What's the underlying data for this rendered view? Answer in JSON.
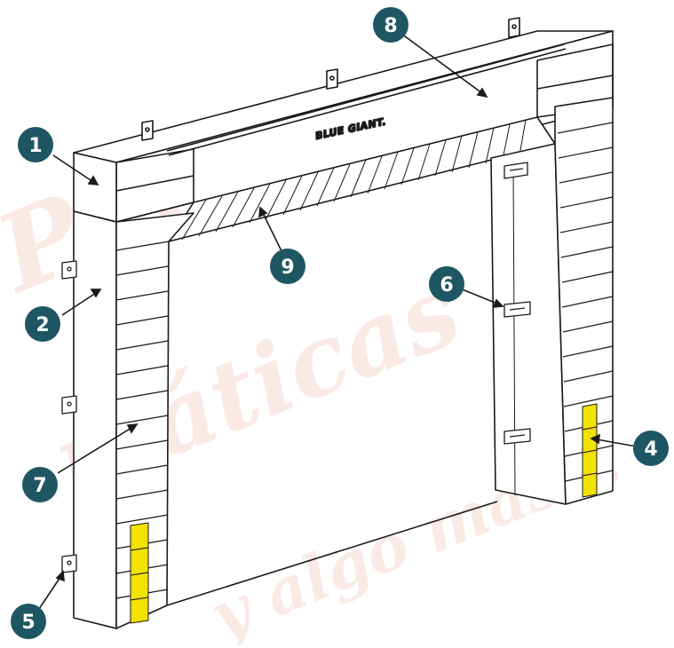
{
  "diagram": {
    "brand_label": "BLUE GIANT.",
    "watermark_lines": [
      "Puertas",
      "máticas",
      "y algo más..."
    ],
    "colors": {
      "callout_fill": "#1f5663",
      "callout_text": "#ffffff",
      "line": "#1a1a1a",
      "wear_pad": "#f2e200",
      "background": "#ffffff",
      "watermark": "#f6d9d2"
    },
    "callouts": [
      {
        "number": "1"
      },
      {
        "number": "2"
      },
      {
        "number": "4"
      },
      {
        "number": "5"
      },
      {
        "number": "6"
      },
      {
        "number": "7"
      },
      {
        "number": "8"
      },
      {
        "number": "9"
      }
    ]
  }
}
